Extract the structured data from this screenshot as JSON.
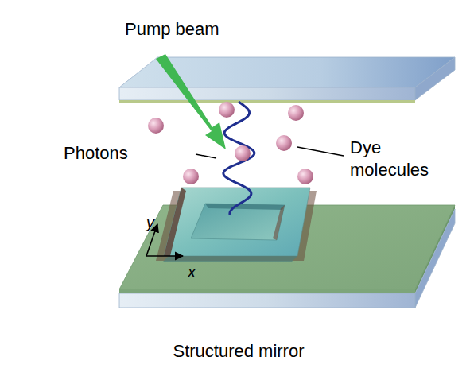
{
  "diagram": {
    "labels": [
      "Pump beam",
      "Photons",
      "Dye molecules",
      "y",
      "x",
      "Structured mirror"
    ]
  }
}
